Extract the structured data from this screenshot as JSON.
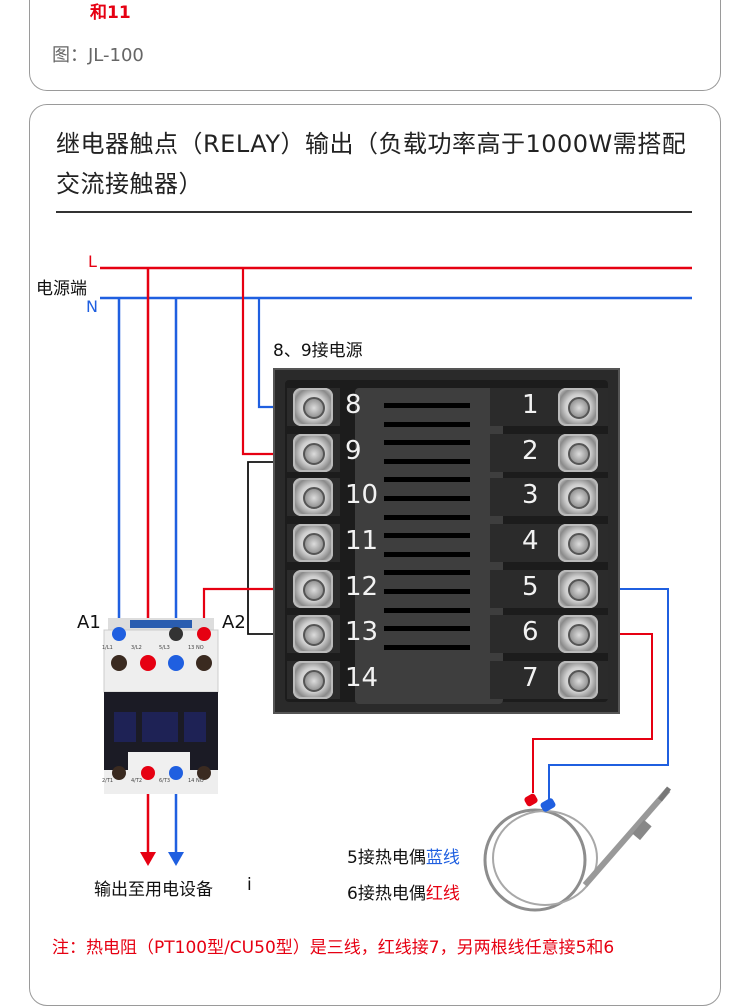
{
  "top_card": {
    "red_note_tail": "和11",
    "caption": "图：JL-100"
  },
  "main_card": {
    "title": "继电器触点（RELAY）输出（负载功率高于1000W需搭配交流接触器）",
    "power_label": "电源端",
    "line_L": "L",
    "line_N": "N",
    "power_pins_note": "8、9接电源",
    "contactor": {
      "a1": "A1",
      "a2": "A2",
      "top_terminals": [
        "1/L1",
        "3/L2",
        "5/L3",
        "13 NO"
      ],
      "bottom_terminals": [
        "2/T1",
        "4/T2",
        "6/T3",
        "14 NO"
      ]
    },
    "output_label": "输出至用电设备",
    "stray_glyph": "i",
    "terminals_left": [
      "8",
      "9",
      "10",
      "11",
      "12",
      "13",
      "14"
    ],
    "terminals_right": [
      "1",
      "2",
      "3",
      "4",
      "5",
      "6",
      "7"
    ],
    "thermo_blue": {
      "prefix": "5接热电偶",
      "colored": "蓝线"
    },
    "thermo_red": {
      "prefix": "6接热电偶",
      "colored": "红线"
    },
    "bottom_note": "注：热电阻（PT100型/CU50型）是三线，红线接7，另两根线任意接5和6",
    "colors": {
      "live": "#e60012",
      "neutral": "#1f5fe0",
      "control": "#111111",
      "note_red": "#e60012"
    }
  }
}
